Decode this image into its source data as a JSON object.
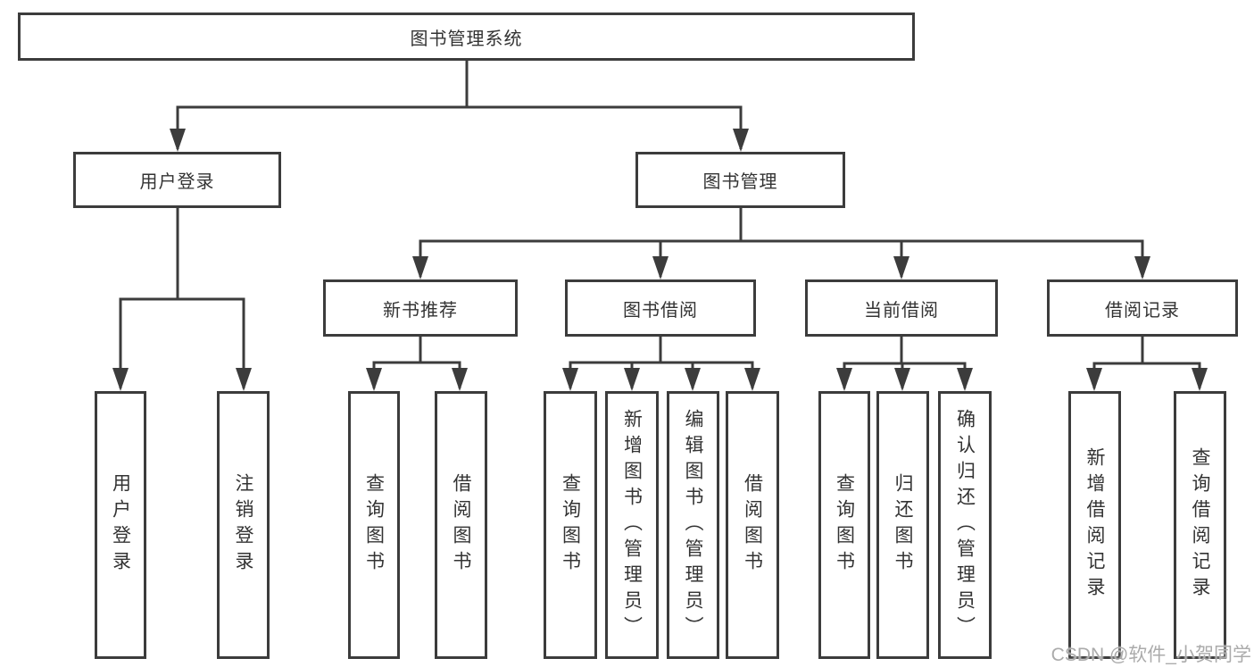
{
  "root": {
    "label": "图书管理系统"
  },
  "level2": {
    "user_login": {
      "label": "用户登录"
    },
    "book_mgmt": {
      "label": "图书管理"
    }
  },
  "level3": {
    "new_books": {
      "label": "新书推荐"
    },
    "book_borrow": {
      "label": "图书借阅"
    },
    "current_borrow": {
      "label": "当前借阅"
    },
    "borrow_records": {
      "label": "借阅记录"
    }
  },
  "leaves": {
    "user_login": [
      "用户登录",
      "注销登录"
    ],
    "new_books": [
      "查询图书",
      "借阅图书"
    ],
    "book_borrow": [
      "查询图书",
      "新增图书（管理员）",
      "编辑图书（管理员）",
      "借阅图书"
    ],
    "current_borrow": [
      "查询图书",
      "归还图书",
      "确认归还（管理员）"
    ],
    "borrow_records": [
      "新增借阅记录",
      "查询借阅记录"
    ]
  },
  "watermark": "CSDN @软件_小贺同学",
  "colors": {
    "line": "#3c3c3c",
    "text": "#333333",
    "watermark": "#ababab",
    "background": "#ffffff"
  }
}
